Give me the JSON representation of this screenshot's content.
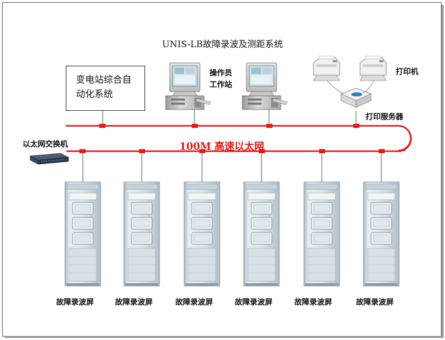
{
  "title": "UNIS-LB故障录波及测距系统",
  "automation_box": {
    "line1": "变电站综合自",
    "line2": "动化系统"
  },
  "operator_label": {
    "line1": "操作员",
    "line2": "工作站"
  },
  "printer_label": "打印机",
  "print_server_label": "打印服务器",
  "switch_label": "以太网交换机",
  "network_label": "100M 高速以太网",
  "cabinets": [
    {
      "label": "故障录波屏"
    },
    {
      "label": "故障录波屏"
    },
    {
      "label": "故障录波屏"
    },
    {
      "label": "故障录波屏"
    },
    {
      "label": "故障录波屏"
    },
    {
      "label": "故障录波屏"
    }
  ],
  "colors": {
    "network": "#e41b1b",
    "frame": "#6b6b6b",
    "cabinet": "#d9e4ea"
  }
}
